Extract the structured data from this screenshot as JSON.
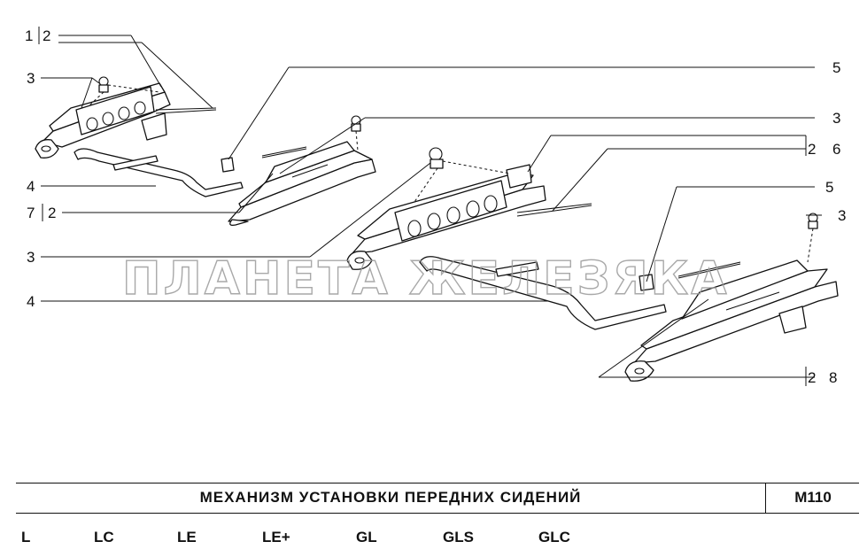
{
  "callouts": {
    "c1": "1",
    "c2a": "2",
    "c3a": "3",
    "c5a": "5",
    "c3b": "3",
    "c2b": "2",
    "c6": "6",
    "c4a": "4",
    "c7": "7",
    "c2c": "2",
    "c5b": "5",
    "c3c": "3",
    "c3d": "3",
    "c4b": "4",
    "c2d": "2",
    "c8": "8"
  },
  "watermark": "ПЛАНЕТА ЖЕЛЕЗЯКА",
  "title": "МЕХАНИЗМ УСТАНОВКИ ПЕРЕДНИХ СИДЕНИЙ",
  "code": "M110",
  "trims": [
    "L",
    "LC",
    "LE",
    "LE+",
    "GL",
    "GLS",
    "GLC"
  ]
}
